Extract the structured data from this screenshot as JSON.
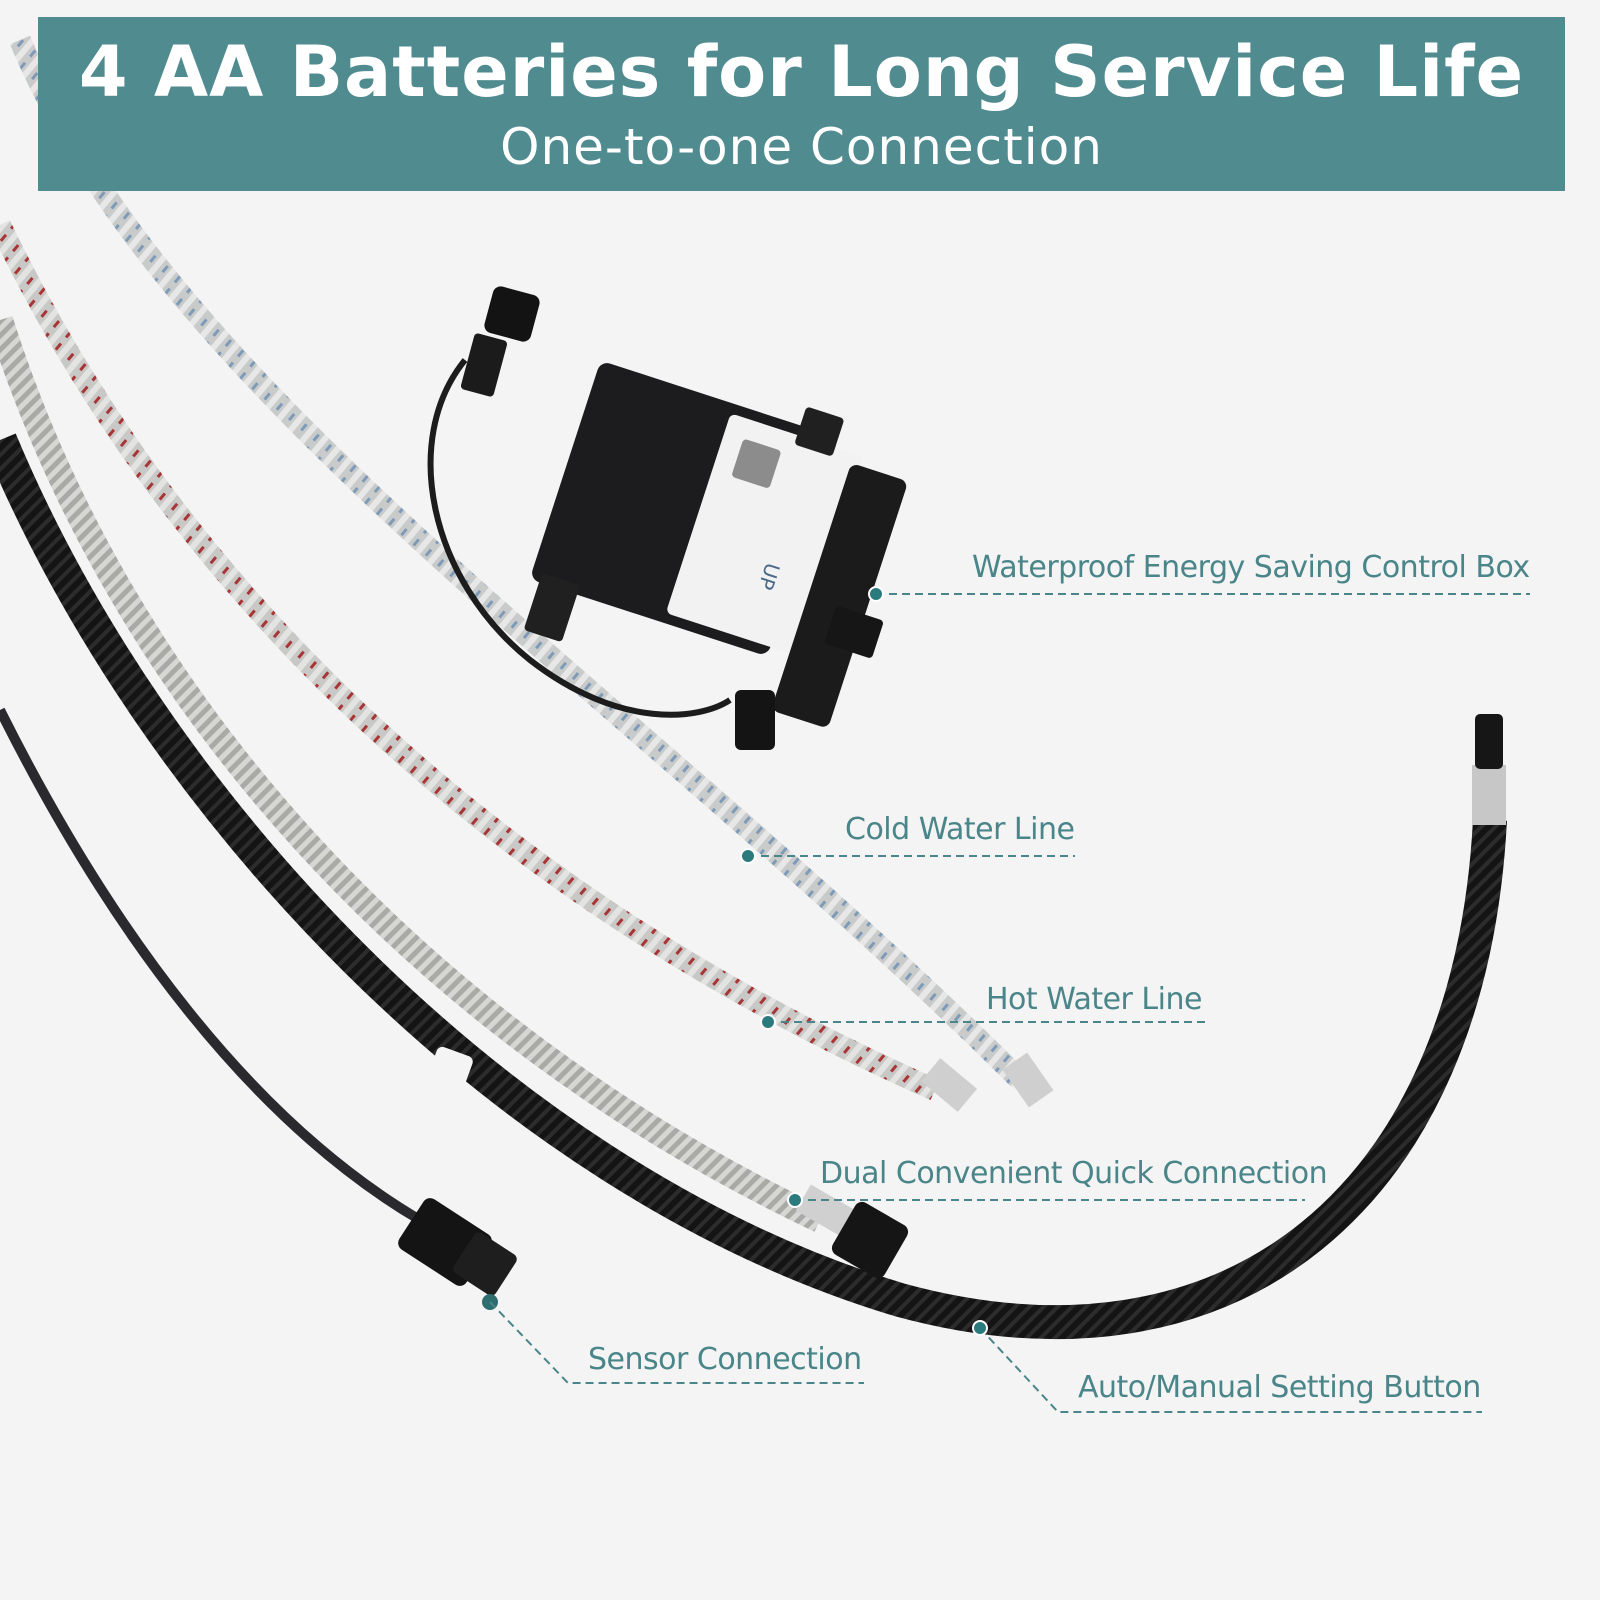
{
  "banner": {
    "headline": "4 AA Batteries for Long Service Life",
    "subheadline": "One-to-one Connection",
    "color": "#4f8b8f"
  },
  "callouts": {
    "control_box": "Waterproof Energy Saving Control Box",
    "cold_line": "Cold Water Line",
    "hot_line": "Hot Water Line",
    "quick_connection": "Dual Convenient Quick Connection",
    "sensor_connection": "Sensor Connection",
    "setting_button": "Auto/Manual Setting Button",
    "color": "#4a8589"
  },
  "device": {
    "label_arrow_text": "UP"
  }
}
